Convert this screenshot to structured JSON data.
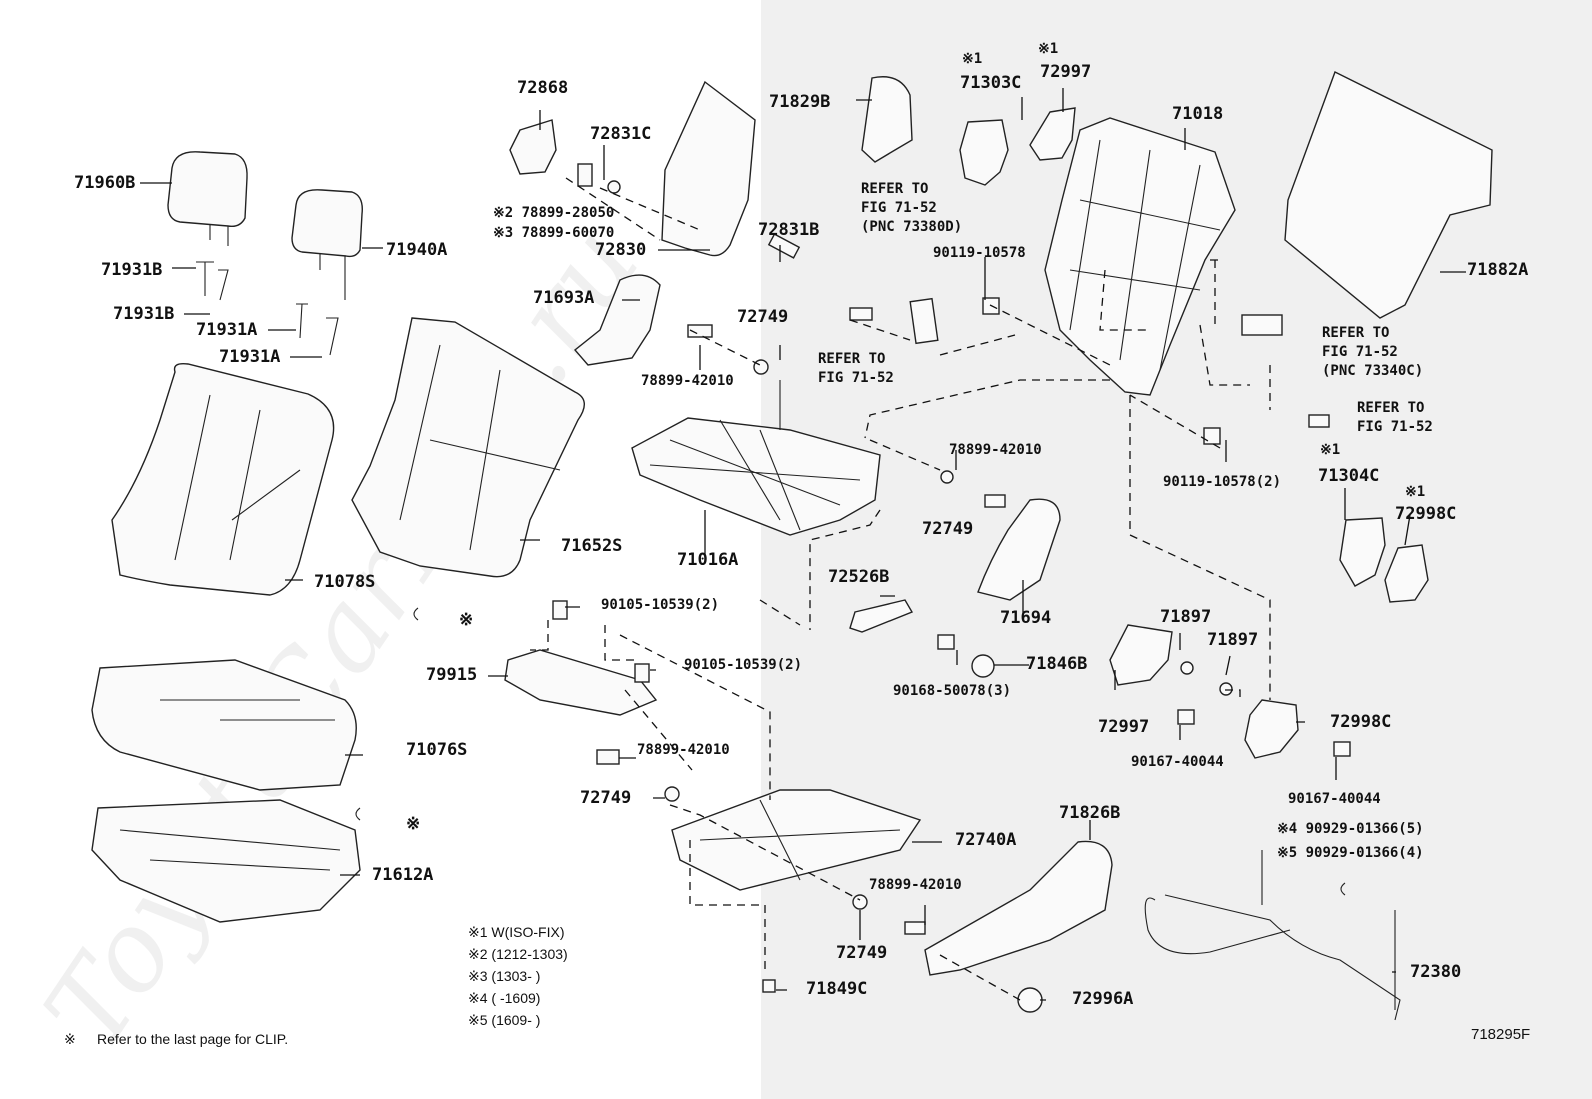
{
  "watermark": "ToyotaCarPart.ru",
  "diagram_code": "718295F",
  "parts": {
    "p72868": "72868",
    "p72831C": "72831C",
    "p71960B": "71960B",
    "p78899_28050": "※2 78899-28050",
    "p78899_60070": "※3 78899-60070",
    "p72831B": "72831B",
    "p72830": "72830",
    "p71940A": "71940A",
    "p71931B_1": "71931B",
    "p71931B_2": "71931B",
    "p71931A_1": "71931A",
    "p71931A_2": "71931A",
    "p71693A": "71693A",
    "p72749_a": "72749",
    "p78899_42010_a": "78899-42010",
    "p71829B": "71829B",
    "p71303C_mark": "※1",
    "p71303C": "71303C",
    "p72997_mark": "※1",
    "p72997_top": "72997",
    "p71018": "71018",
    "p71882A": "71882A",
    "ref1": "REFER TO",
    "ref1b": "FIG 71-52",
    "ref1c": "(PNC 73380D)",
    "p90119_10578_a": "90119-10578",
    "ref2": "REFER TO",
    "ref2b": "FIG 71-52",
    "ref3": "REFER TO",
    "ref3b": "FIG 71-52",
    "ref3c": "(PNC 73340C)",
    "ref4": "REFER TO",
    "ref4b": "FIG 71-52",
    "p71078S": "71078S",
    "p71652S": "71652S",
    "p71016A": "71016A",
    "p78899_42010_b": "78899-42010",
    "p72749_b": "72749",
    "p90119_10578_b": "90119-10578(2)",
    "p71304C_mark": "※1",
    "p71304C": "71304C",
    "p72998C_mark": "※1",
    "p72998C_top": "72998C",
    "clip1": "※",
    "p90105_a": "90105-10539(2)",
    "p72526B": "72526B",
    "p71694": "71694",
    "p79915": "79915",
    "p90105_b": "90105-10539(2)",
    "p71846B": "71846B",
    "p90168": "90168-50078(3)",
    "p71897_a": "71897",
    "p71897_b": "71897",
    "p72997_b": "72997",
    "p72998C_b": "72998C",
    "p90167_a": "90167-40044",
    "p90167_b": "90167-40044",
    "p71076S": "71076S",
    "p78899_42010_c": "78899-42010",
    "p72749_c": "72749",
    "clip2": "※",
    "p71826B": "71826B",
    "p72740A": "72740A",
    "p71612A": "71612A",
    "p90929_a": "※4 90929-01366(5)",
    "p90929_b": "※5 90929-01366(4)",
    "p78899_42010_d": "78899-42010",
    "p72749_d": "72749",
    "p72380": "72380",
    "p71849C": "71849C",
    "p72996A": "72996A"
  },
  "legend": [
    "※1  W(ISO-FIX)",
    "※2  (1212-1303)",
    "※3  (1303-       )",
    "※4  (       -1609)",
    "※5  (1609-       )"
  ],
  "footnote_mark": "※",
  "footnote": "Refer to the last page for CLIP."
}
